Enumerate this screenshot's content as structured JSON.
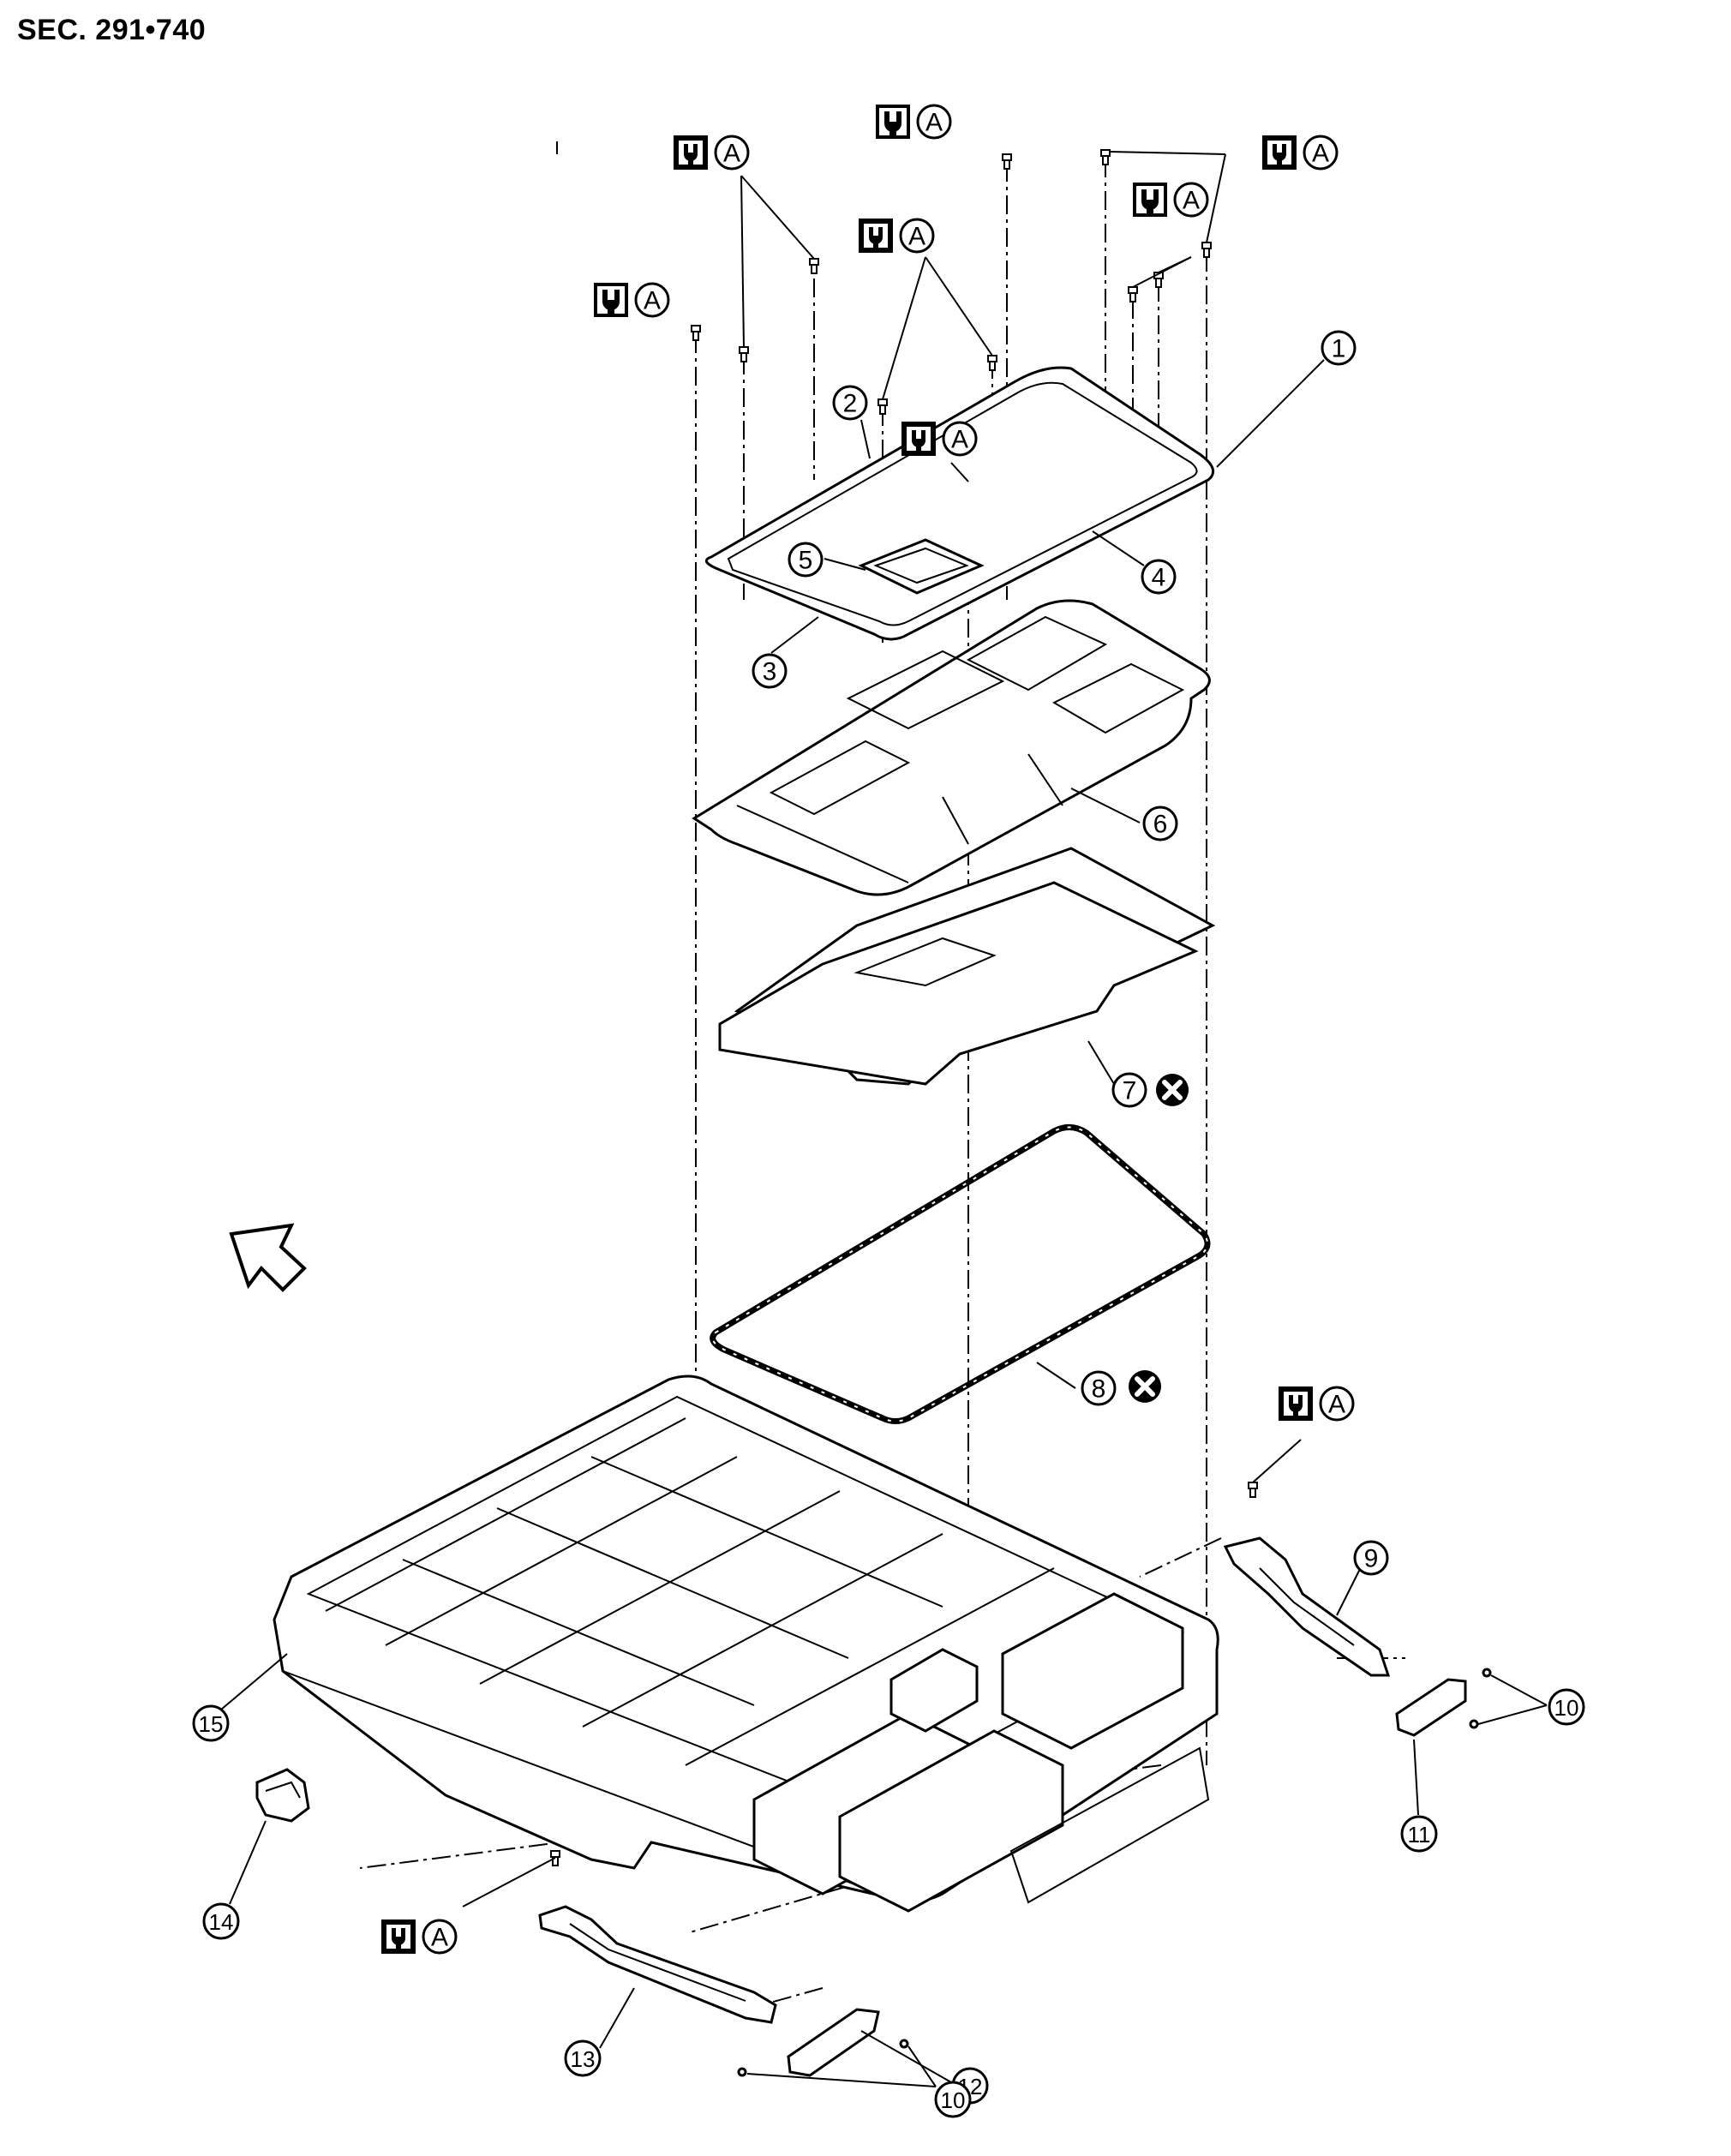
{
  "header": {
    "section": "SEC. 291•740"
  },
  "symbol_letter": "A",
  "callouts": [
    "1",
    "2",
    "3",
    "4",
    "5",
    "6",
    "7",
    "8",
    "9",
    "10",
    "11",
    "12",
    "13",
    "14",
    "15"
  ],
  "colors": {
    "ink": "#000000",
    "paper": "#ffffff"
  },
  "icons": [
    "torque-wrench-icon",
    "do-not-reuse-icon",
    "vehicle-front-arrow-icon"
  ]
}
